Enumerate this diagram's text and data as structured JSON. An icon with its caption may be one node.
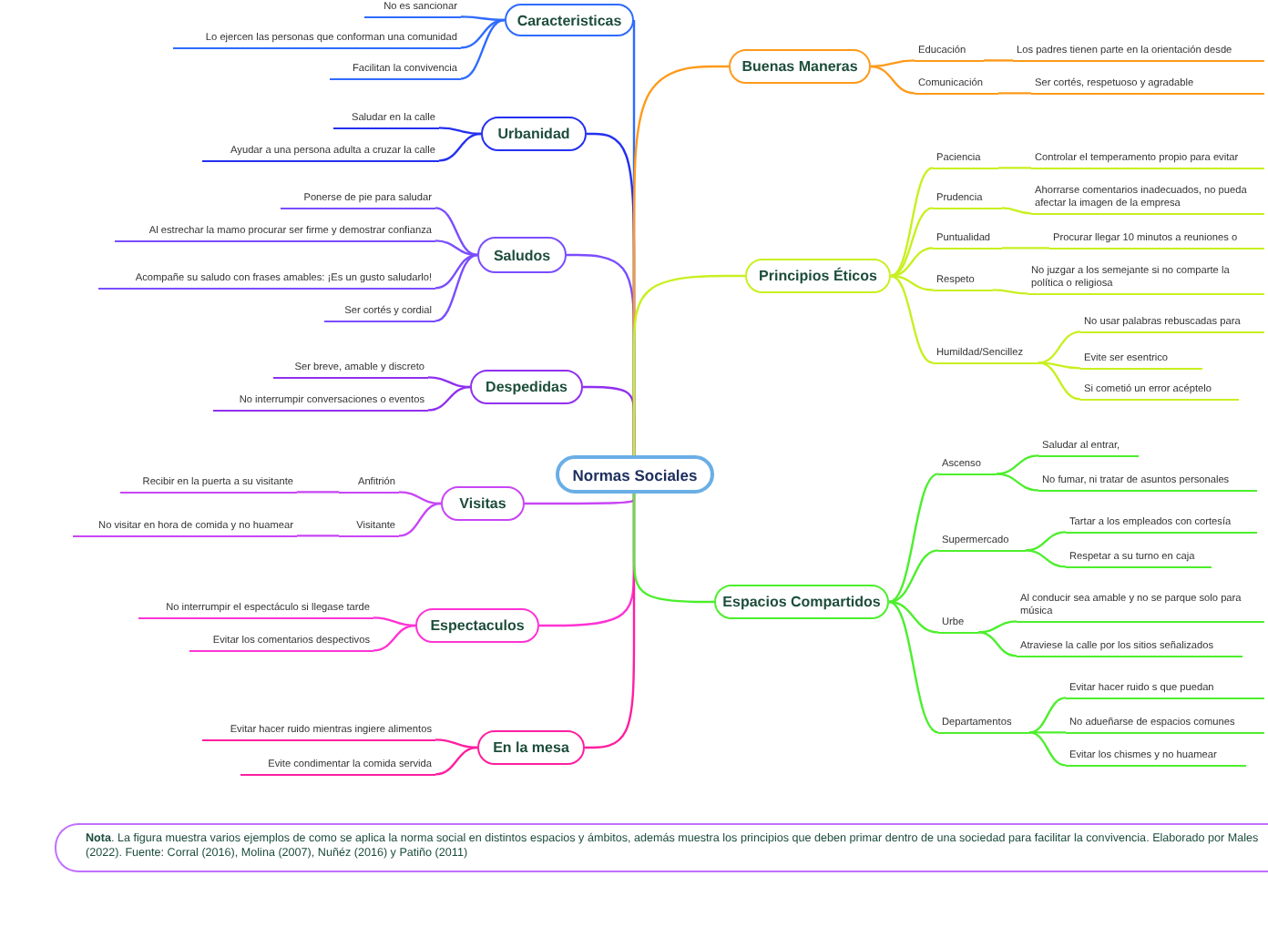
{
  "diagram": {
    "nodes": [
      {
        "text": [
          "Normas Sociales"
        ]
      },
      {
        "text": [
          "Caracteristicas"
        ]
      },
      {
        "text": [
          "No es sancionar"
        ]
      },
      {
        "text": [
          "Lo ejercen las personas que conforman una comunidad"
        ]
      },
      {
        "text": [
          "Facilitan la convivencia"
        ]
      },
      {
        "text": [
          "Urbanidad"
        ]
      },
      {
        "text": [
          "Saludar en la calle"
        ]
      },
      {
        "text": [
          "Ayudar a una persona adulta a cruzar la calle"
        ]
      },
      {
        "text": [
          "Saludos"
        ]
      },
      {
        "text": [
          "Ponerse de pie para saludar"
        ]
      },
      {
        "text": [
          "Al estrechar la mamo procurar ser firme y demostrar confianza"
        ]
      },
      {
        "text": [
          "Acompañe su saludo con  frases amables: ¡Es un gusto saludarlo!"
        ]
      },
      {
        "text": [
          "Ser cortés y cordial"
        ]
      },
      {
        "text": [
          "Despedidas"
        ]
      },
      {
        "text": [
          "Ser breve, amable y discreto"
        ]
      },
      {
        "text": [
          "No interrumpir conversaciones o eventos"
        ]
      },
      {
        "text": [
          "Visitas"
        ]
      },
      {
        "text": [
          "Anfitrión"
        ]
      },
      {
        "text": [
          "Recibir en la puerta a su visitante"
        ]
      },
      {
        "text": [
          "Visitante"
        ]
      },
      {
        "text": [
          "No visitar en hora de comida y no huamear"
        ]
      },
      {
        "text": [
          "Espectaculos"
        ]
      },
      {
        "text": [
          "No interrumpir el espectáculo si llegase tarde"
        ]
      },
      {
        "text": [
          "Evitar los comentarios despectivos"
        ]
      },
      {
        "text": [
          "En la mesa"
        ]
      },
      {
        "text": [
          "Evitar hacer ruido mientras ingiere alimentos"
        ]
      },
      {
        "text": [
          "Evite  condimentar la comida servida"
        ]
      },
      {
        "text": [
          "Buenas Maneras"
        ]
      },
      {
        "text": [
          "Educación"
        ]
      },
      {
        "text": [
          "Los padres tienen parte en la orientación desde"
        ]
      },
      {
        "text": [
          "Comunicación"
        ]
      },
      {
        "text": [
          "Ser cortés, respetuoso y agradable"
        ]
      },
      {
        "text": [
          "Principios Éticos"
        ]
      },
      {
        "text": [
          "Paciencia"
        ]
      },
      {
        "text": [
          "Controlar el temperamento propio para evitar"
        ]
      },
      {
        "text": [
          "Prudencia"
        ]
      },
      {
        "text": [
          "Ahorrarse comentarios inadecuados, no pueda afectar la imagen  de la empresa"
        ]
      },
      {
        "text": [
          "Puntualidad"
        ]
      },
      {
        "text": [
          "Procurar llegar 10 minutos a reuniones o"
        ]
      },
      {
        "text": [
          "Respeto"
        ]
      },
      {
        "text": [
          "No juzgar a los semejante si no comparte la política o religiosa"
        ]
      },
      {
        "text": [
          "Humildad/Sencillez"
        ]
      },
      {
        "text": [
          "No usar palabras rebuscadas para"
        ]
      },
      {
        "text": [
          "Evite ser esentrico"
        ]
      },
      {
        "text": [
          "Si cometió un error acéptelo"
        ]
      },
      {
        "text": [
          "Espacios Compartidos"
        ]
      },
      {
        "text": [
          "Ascenso"
        ]
      },
      {
        "text": [
          "Saludar al entrar,"
        ]
      },
      {
        "text": [
          "No fumar, ni  tratar de asuntos personales"
        ]
      },
      {
        "text": [
          "Supermercado"
        ]
      },
      {
        "text": [
          "Tartar a los empleados con cortesía"
        ]
      },
      {
        "text": [
          "Respetar a su turno en caja"
        ]
      },
      {
        "text": [
          "Urbe"
        ]
      },
      {
        "text": [
          "Al conducir sea amable y no se parque solo para música"
        ]
      },
      {
        "text": [
          "Atraviese la calle por los sitios señalizados"
        ]
      },
      {
        "text": [
          "Departamentos"
        ]
      },
      {
        "text": [
          "Evitar hacer ruido s que puedan"
        ]
      },
      {
        "text": [
          "No adueñarse de espacios comunes"
        ]
      },
      {
        "text": [
          "Evitar los chismes y no huamear"
        ]
      },
      {
        "text": [
          "**Nota**. La figura muestra varios ejemplos de como se aplica la norma social en distintos espacios y ámbitos, además muestra los principios que deben primar dentro de una sociedad para facilitar la convivencia. Elaborado por Males (2022). Fuente: Corral (2016), Molina (2007), Nuñéz (2016) y Patiño (2011)"
        ]
      }
    ],
    "edges": [
      {
        "from": 0,
        "to": 1,
        "arrow": "none",
        "color": "#2f6bff"
      },
      {
        "from": 1,
        "to": 2,
        "arrow": "none",
        "color": "#2f6bff"
      },
      {
        "from": 1,
        "to": 3,
        "arrow": "none",
        "color": "#2f6bff"
      },
      {
        "from": 1,
        "to": 4,
        "arrow": "none",
        "color": "#2f6bff"
      },
      {
        "from": 0,
        "to": 5,
        "arrow": "none",
        "color": "#2430f0"
      },
      {
        "from": 5,
        "to": 6,
        "arrow": "none",
        "color": "#2430f0"
      },
      {
        "from": 5,
        "to": 7,
        "arrow": "none",
        "color": "#2430f0"
      },
      {
        "from": 0,
        "to": 8,
        "arrow": "none",
        "color": "#7a4dff"
      },
      {
        "from": 8,
        "to": 9,
        "arrow": "none",
        "color": "#7a4dff"
      },
      {
        "from": 8,
        "to": 10,
        "arrow": "none",
        "color": "#7a4dff"
      },
      {
        "from": 8,
        "to": 11,
        "arrow": "none",
        "color": "#7a4dff"
      },
      {
        "from": 8,
        "to": 12,
        "arrow": "none",
        "color": "#7a4dff"
      },
      {
        "from": 0,
        "to": 13,
        "arrow": "none",
        "color": "#9030f0"
      },
      {
        "from": 13,
        "to": 14,
        "arrow": "none",
        "color": "#9030f0"
      },
      {
        "from": 13,
        "to": 15,
        "arrow": "none",
        "color": "#9030f0"
      },
      {
        "from": 0,
        "to": 16,
        "arrow": "none",
        "color": "#c845f5"
      },
      {
        "from": 16,
        "to": 17,
        "arrow": "none",
        "color": "#c845f5"
      },
      {
        "from": 17,
        "to": 18,
        "arrow": "none",
        "color": "#c845f5"
      },
      {
        "from": 16,
        "to": 19,
        "arrow": "none",
        "color": "#c845f5"
      },
      {
        "from": 19,
        "to": 20,
        "arrow": "none",
        "color": "#c845f5"
      },
      {
        "from": 0,
        "to": 21,
        "arrow": "none",
        "color": "#ff33d4"
      },
      {
        "from": 21,
        "to": 22,
        "arrow": "none",
        "color": "#ff33d4"
      },
      {
        "from": 21,
        "to": 23,
        "arrow": "none",
        "color": "#ff33d4"
      },
      {
        "from": 0,
        "to": 24,
        "arrow": "none",
        "color": "#ff1fa0"
      },
      {
        "from": 24,
        "to": 25,
        "arrow": "none",
        "color": "#ff1fa0"
      },
      {
        "from": 24,
        "to": 26,
        "arrow": "none",
        "color": "#ff1fa0"
      },
      {
        "from": 0,
        "to": 27,
        "arrow": "none",
        "color": "#ff9a1a"
      },
      {
        "from": 27,
        "to": 28,
        "arrow": "none",
        "color": "#ff9a1a"
      },
      {
        "from": 28,
        "to": 29,
        "arrow": "none",
        "color": "#ff9a1a"
      },
      {
        "from": 27,
        "to": 30,
        "arrow": "none",
        "color": "#ff9a1a"
      },
      {
        "from": 30,
        "to": 31,
        "arrow": "none",
        "color": "#ff9a1a"
      },
      {
        "from": 0,
        "to": 32,
        "arrow": "none",
        "color": "#c8f020"
      },
      {
        "from": 32,
        "to": 33,
        "arrow": "none",
        "color": "#c8f020"
      },
      {
        "from": 33,
        "to": 34,
        "arrow": "none",
        "color": "#c8f020"
      },
      {
        "from": 32,
        "to": 35,
        "arrow": "none",
        "color": "#c8f020"
      },
      {
        "from": 35,
        "to": 36,
        "arrow": "none",
        "color": "#c8f020"
      },
      {
        "from": 32,
        "to": 37,
        "arrow": "none",
        "color": "#c8f020"
      },
      {
        "from": 37,
        "to": 38,
        "arrow": "none",
        "color": "#c8f020"
      },
      {
        "from": 32,
        "to": 39,
        "arrow": "none",
        "color": "#c8f020"
      },
      {
        "from": 39,
        "to": 40,
        "arrow": "none",
        "color": "#c8f020"
      },
      {
        "from": 32,
        "to": 41,
        "arrow": "none",
        "color": "#c8f020"
      },
      {
        "from": 41,
        "to": 42,
        "arrow": "none",
        "color": "#c8f020"
      },
      {
        "from": 41,
        "to": 43,
        "arrow": "none",
        "color": "#c8f020"
      },
      {
        "from": 41,
        "to": 44,
        "arrow": "none",
        "color": "#c8f020"
      },
      {
        "from": 0,
        "to": 45,
        "arrow": "none",
        "color": "#4cef2c"
      },
      {
        "from": 45,
        "to": 46,
        "arrow": "none",
        "color": "#4cef2c"
      },
      {
        "from": 46,
        "to": 47,
        "arrow": "none",
        "color": "#4cef2c"
      },
      {
        "from": 46,
        "to": 48,
        "arrow": "none",
        "color": "#4cef2c"
      },
      {
        "from": 45,
        "to": 49,
        "arrow": "none",
        "color": "#4cef2c"
      },
      {
        "from": 49,
        "to": 50,
        "arrow": "none",
        "color": "#4cef2c"
      },
      {
        "from": 49,
        "to": 51,
        "arrow": "none",
        "color": "#4cef2c"
      },
      {
        "from": 45,
        "to": 52,
        "arrow": "none",
        "color": "#4cef2c"
      },
      {
        "from": 52,
        "to": 53,
        "arrow": "none",
        "color": "#4cef2c"
      },
      {
        "from": 52,
        "to": 54,
        "arrow": "none",
        "color": "#4cef2c"
      },
      {
        "from": 45,
        "to": 55,
        "arrow": "none",
        "color": "#4cef2c"
      },
      {
        "from": 55,
        "to": 56,
        "arrow": "none",
        "color": "#4cef2c"
      },
      {
        "from": 55,
        "to": 57,
        "arrow": "none",
        "color": "#4cef2c"
      },
      {
        "from": 55,
        "to": 58,
        "arrow": "none",
        "color": "#4cef2c"
      }
    ]
  }
}
